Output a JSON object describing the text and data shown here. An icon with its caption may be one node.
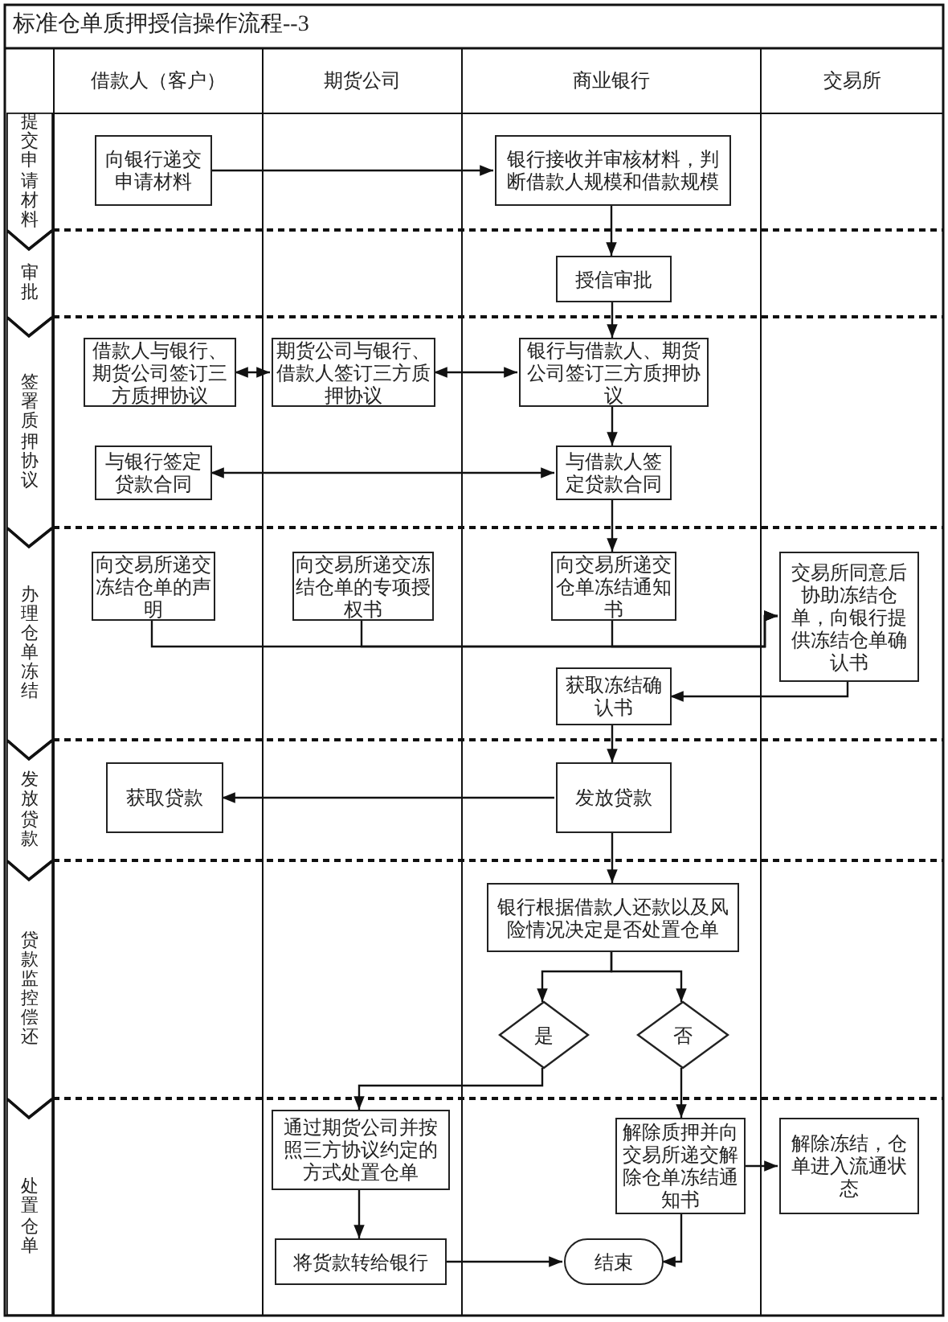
{
  "diagram": {
    "title": "标准仓单质押授信操作流程--3",
    "nodes": [
      {
        "text": [
          "借款人（客户）"
        ]
      },
      {
        "text": [
          "期货公司"
        ]
      },
      {
        "text": [
          "商业银行"
        ]
      },
      {
        "text": [
          "交易所"
        ]
      },
      {
        "text": [
          "提交申请材料"
        ]
      },
      {
        "text": [
          "审批"
        ]
      },
      {
        "text": [
          "签署质押协议"
        ]
      },
      {
        "text": [
          "办理仓单冻结"
        ]
      },
      {
        "text": [
          "发放贷款"
        ]
      },
      {
        "text": [
          "贷款监控偿还"
        ]
      },
      {
        "text": [
          "处置仓单"
        ]
      },
      {
        "text": [
          "向银行递交申请材料"
        ],
        "in": 0
      },
      {
        "text": [
          "银行接收并审核材料，判断借款人规模和借款规模"
        ],
        "in": 2
      },
      {
        "text": [
          "授信审批"
        ],
        "in": 2
      },
      {
        "text": [
          "借款人与银行、期货公司签订三方质押协议"
        ],
        "in": 0
      },
      {
        "text": [
          "期货公司与银行、借款人签订三方质押协议"
        ],
        "in": 1
      },
      {
        "text": [
          "银行与借款人、期货公司签订三方质押协议"
        ],
        "in": 2
      },
      {
        "text": [
          "与银行签定贷款合同"
        ],
        "in": 0
      },
      {
        "text": [
          "与借款人签定贷款合同"
        ],
        "in": 2
      },
      {
        "text": [
          "向交易所递交冻结仓单的声明"
        ],
        "in": 0
      },
      {
        "text": [
          "向交易所递交冻结仓单的专项授权书"
        ],
        "in": 1
      },
      {
        "text": [
          "向交易所递交仓单冻结通知书"
        ],
        "in": 2
      },
      {
        "text": [
          "交易所同意后协助冻结仓单，向银行提供冻结仓单确认书"
        ],
        "in": 3
      },
      {
        "text": [
          "获取冻结确认书"
        ],
        "in": 2
      },
      {
        "text": [
          "获取贷款"
        ],
        "in": 0
      },
      {
        "text": [
          "发放贷款"
        ],
        "in": 2
      },
      {
        "text": [
          "银行根据借款人还款以及风险情况决定是否处置仓单"
        ],
        "in": 2
      },
      {
        "text": [
          "是"
        ],
        "in": 2
      },
      {
        "text": [
          "否"
        ],
        "in": 2
      },
      {
        "text": [
          "通过期货公司并按照三方协议约定的方式处置仓单"
        ],
        "in": 1
      },
      {
        "text": [
          "解除质押并向交易所递交解除仓单冻结通知书"
        ],
        "in": 2
      },
      {
        "text": [
          "解除冻结，仓单进入流通状态"
        ],
        "in": 3
      },
      {
        "text": [
          "将货款转给银行"
        ],
        "in": 1
      },
      {
        "text": [
          "结束"
        ],
        "in": 2
      }
    ],
    "edges": [
      {
        "from": 11,
        "to": 12,
        "arrow": "to"
      },
      {
        "from": 12,
        "to": 13,
        "arrow": "to"
      },
      {
        "from": 13,
        "to": 16,
        "arrow": "to"
      },
      {
        "from": 14,
        "to": 15,
        "arrow": "both"
      },
      {
        "from": 15,
        "to": 16,
        "arrow": "both"
      },
      {
        "from": 16,
        "to": 18,
        "arrow": "to"
      },
      {
        "from": 17,
        "to": 18,
        "arrow": "both"
      },
      {
        "from": 18,
        "to": 21,
        "arrow": "to"
      },
      {
        "from": 19,
        "to": 22,
        "arrow": "to"
      },
      {
        "from": 20,
        "to": 22,
        "arrow": "to"
      },
      {
        "from": 21,
        "to": 22,
        "arrow": "to"
      },
      {
        "from": 22,
        "to": 23,
        "arrow": "to"
      },
      {
        "from": 23,
        "to": 25,
        "arrow": "to"
      },
      {
        "from": 25,
        "to": 24,
        "arrow": "to"
      },
      {
        "from": 25,
        "to": 26,
        "arrow": "to"
      },
      {
        "from": 26,
        "to": 27,
        "arrow": "to"
      },
      {
        "from": 26,
        "to": 28,
        "arrow": "to"
      },
      {
        "from": 27,
        "to": 29,
        "arrow": "to"
      },
      {
        "from": 28,
        "to": 30,
        "arrow": "to"
      },
      {
        "from": 30,
        "to": 31,
        "arrow": "to"
      },
      {
        "from": 29,
        "to": 32,
        "arrow": "to"
      },
      {
        "from": 32,
        "to": 33,
        "arrow": "to"
      },
      {
        "from": 30,
        "to": 33,
        "arrow": "to"
      }
    ]
  }
}
